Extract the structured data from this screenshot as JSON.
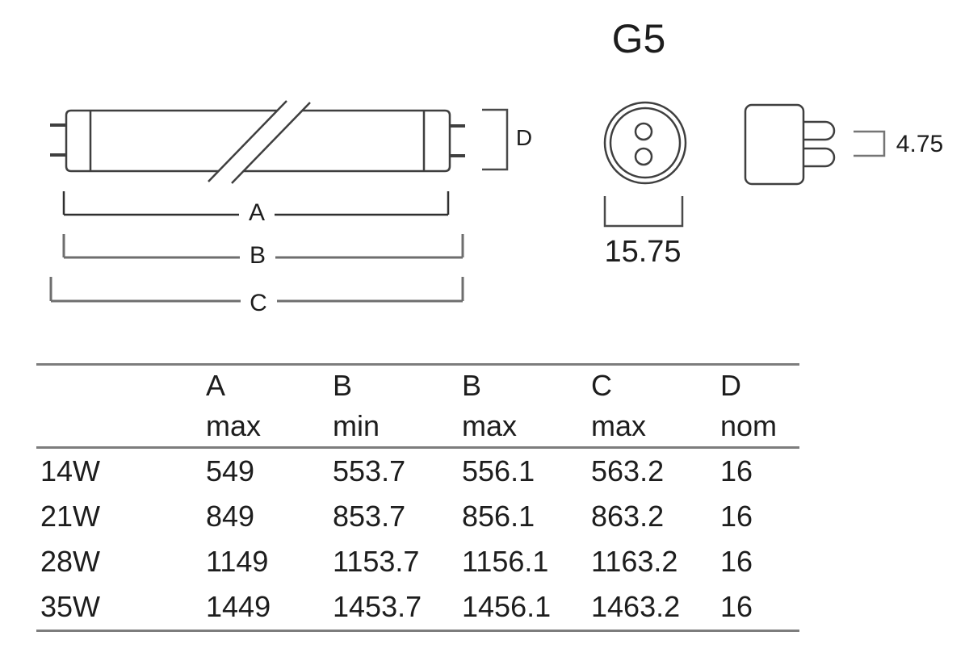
{
  "drawing": {
    "connector_label": "G5",
    "dim_a_label": "A",
    "dim_b_label": "B",
    "dim_c_label": "C",
    "dim_d_label": "D",
    "base_face_width_value": "15.75",
    "pin_pitch_value": "4.75"
  },
  "colors": {
    "outline": "#3f3f3f",
    "dim_dark": "#2f2f2f",
    "dim_gray": "#6e6e6e",
    "table_rule": "#7d7d7d",
    "text": "#1d1d1d",
    "background": "#ffffff"
  },
  "table": {
    "columns": [
      {
        "letter": "A",
        "qualifier": "max"
      },
      {
        "letter": "B",
        "qualifier": "min"
      },
      {
        "letter": "B",
        "qualifier": "max"
      },
      {
        "letter": "C",
        "qualifier": "max"
      },
      {
        "letter": "D",
        "qualifier": "nom"
      }
    ],
    "rows": [
      {
        "label": "14W",
        "values": [
          "549",
          "553.7",
          "556.1",
          "563.2",
          "16"
        ]
      },
      {
        "label": "21W",
        "values": [
          "849",
          "853.7",
          "856.1",
          "863.2",
          "16"
        ]
      },
      {
        "label": "28W",
        "values": [
          "1149",
          "1153.7",
          "1156.1",
          "1163.2",
          "16"
        ]
      },
      {
        "label": "35W",
        "values": [
          "1449",
          "1453.7",
          "1456.1",
          "1463.2",
          "16"
        ]
      }
    ]
  }
}
